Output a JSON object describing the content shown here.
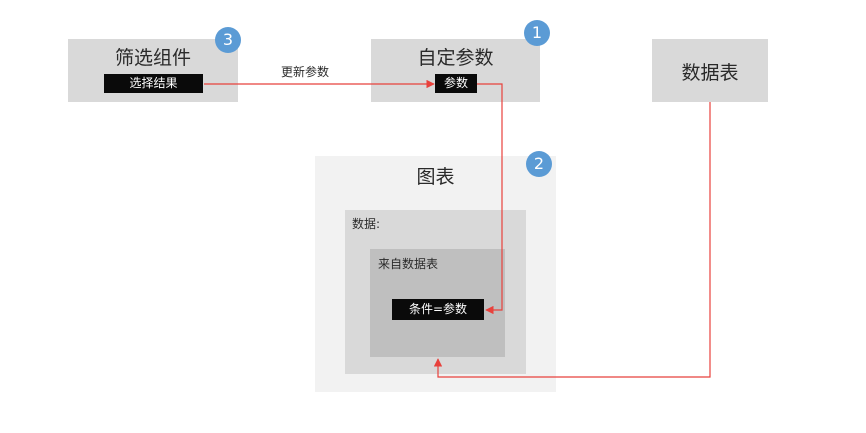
{
  "filter_component": {
    "title": "筛选组件",
    "tag": "选择结果",
    "badge": "3"
  },
  "custom_param": {
    "title": "自定参数",
    "tag": "参数",
    "badge": "1"
  },
  "data_table": {
    "title": "数据表"
  },
  "chart": {
    "title": "图表",
    "badge": "2",
    "data_label": "数据:",
    "source_label": "来自数据表",
    "condition_tag": "条件=参数"
  },
  "edge_label": "更新参数",
  "colors": {
    "box": "#d9d9d9",
    "chart_outer": "#f2f2f2",
    "chart_data": "#d9d9d9",
    "chart_source": "#bfbfbf",
    "tag_bg": "#0a0a0a",
    "badge": "#5b9bd5",
    "arrow": "#e8413c"
  }
}
